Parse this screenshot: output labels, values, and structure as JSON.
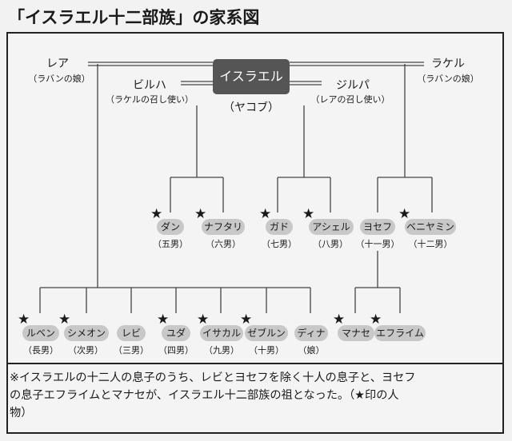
{
  "title": "「イスラエル十二部族」の家系図",
  "israel": {
    "name": "イスラエル",
    "alias": "（ヤコブ）"
  },
  "wives": {
    "lea": {
      "name": "レア",
      "note": "（ラバンの娘）"
    },
    "rachel": {
      "name": "ラケル",
      "note": "（ラバンの娘）"
    },
    "bilha": {
      "name": "ビルハ",
      "note": "（ラケルの召し使い）"
    },
    "zilpa": {
      "name": "ジルパ",
      "note": "（レアの召し使い）"
    }
  },
  "star_glyph": "★",
  "sons_mid": [
    {
      "name": "ダン",
      "order": "（五男）",
      "star": true
    },
    {
      "name": "ナフタリ",
      "order": "（六男）",
      "star": true
    },
    {
      "name": "ガド",
      "order": "（七男）",
      "star": true
    },
    {
      "name": "アシェル",
      "order": "（八男）",
      "star": true
    },
    {
      "name": "ヨセフ",
      "order": "（十一男）",
      "star": false
    },
    {
      "name": "ベニヤミン",
      "order": "（十二男）",
      "star": true
    }
  ],
  "sons_bottom": [
    {
      "name": "ルベン",
      "order": "（長男）",
      "star": true
    },
    {
      "name": "シメオン",
      "order": "（次男）",
      "star": true
    },
    {
      "name": "レビ",
      "order": "（三男）",
      "star": false
    },
    {
      "name": "ユダ",
      "order": "（四男）",
      "star": true
    },
    {
      "name": "イサカル",
      "order": "（九男）",
      "star": true
    },
    {
      "name": "ゼブルン",
      "order": "（十男）",
      "star": true
    },
    {
      "name": "ディナ",
      "order": "（娘）",
      "star": false
    }
  ],
  "grandsons": [
    {
      "name": "マナセ",
      "star": true
    },
    {
      "name": "エフライム",
      "star": true
    }
  ],
  "note_lines": [
    "※イスラエルの十二人の息子のうち、レビとヨセフを除く十人の息子と、ヨセフ",
    "の息子エフライムとマナセが、イスラエル十二部族の祖となった。（★印の人",
    "物）"
  ]
}
